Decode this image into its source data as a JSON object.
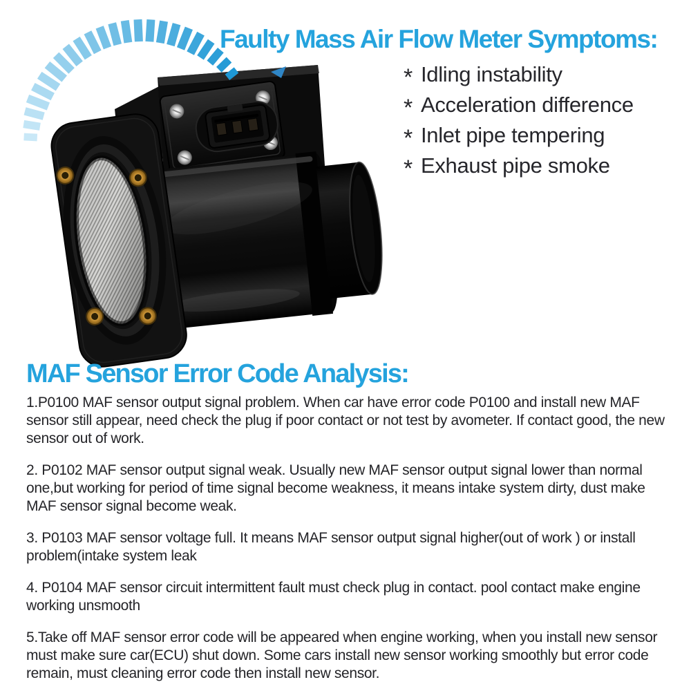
{
  "colors": {
    "accent": "#25a3dd",
    "heading_text": "#25a3dd",
    "body_text": "#242428",
    "arc_start": "#c9e8f7",
    "arc_end": "#1e98d5"
  },
  "symptoms": {
    "title": "Faulty Mass Air Flow Meter Symptoms:",
    "items": [
      {
        "bullet": "*",
        "label": "Idling instability"
      },
      {
        "bullet": "*",
        "label": "Acceleration difference"
      },
      {
        "bullet": "*",
        "label": "Inlet pipe tempering"
      },
      {
        "bullet": "*",
        "label": "Exhaust pipe smoke"
      }
    ]
  },
  "analysis": {
    "title": "MAF Sensor Error Code Analysis:",
    "paragraphs": [
      "1.P0100 MAF sensor output signal problem. When car have error code P0100 and install new MAF sensor still appear, need check the plug if poor contact or not test by avometer. If contact good, the new sensor out of work.",
      "2. P0102 MAF sensor output signal weak. Usually new MAF sensor output signal lower than normal one,but working for period of time signal become weakness, it means intake system dirty, dust make MAF sensor signal become weak.",
      "3. P0103 MAF sensor voltage full. It means MAF sensor output signal higher(out of work ) or install problem(intake system leak",
      "4. P0104 MAF sensor circuit intermittent fault must check plug in contact. pool contact make engine working unsmooth",
      "5.Take off MAF sensor error code will be appeared when engine working, when you install new sensor must make sure car(ECU) shut down. Some cars install new sensor working smoothly but error code remain, must cleaning error code then install new sensor."
    ]
  },
  "illustration": {
    "photo_subject": "mass air flow sensor",
    "arc": {
      "tick_count": 24,
      "start_color": "#c9e8f7",
      "end_color": "#1e98d5"
    }
  }
}
